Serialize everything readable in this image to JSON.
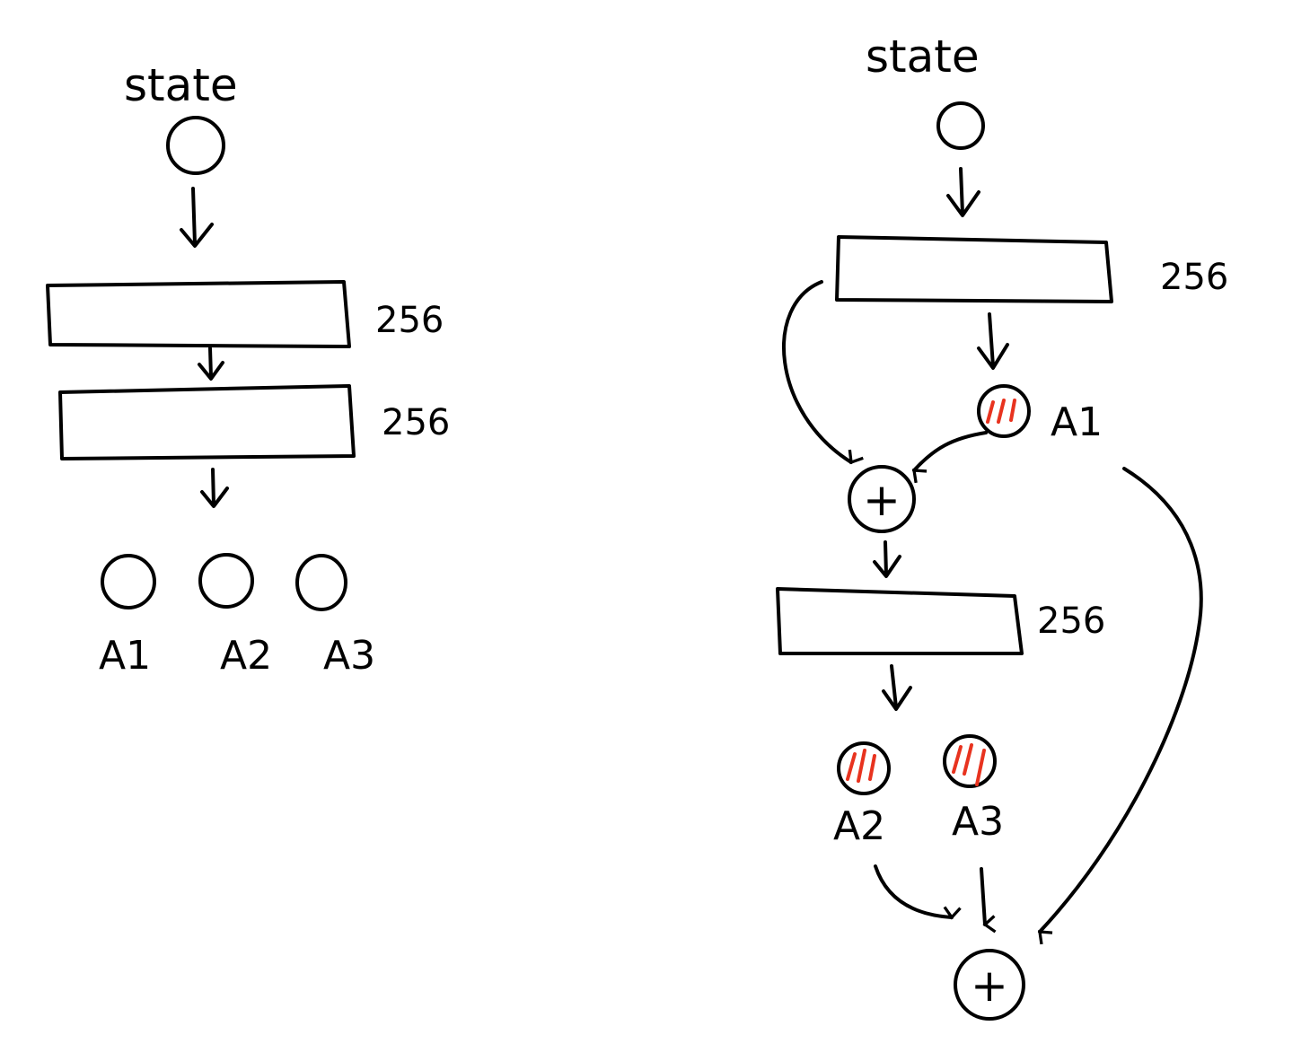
{
  "left": {
    "input_label": "state",
    "layers": [
      {
        "units": "256"
      },
      {
        "units": "256"
      }
    ],
    "outputs": [
      "A1",
      "A2",
      "A3"
    ]
  },
  "right": {
    "input_label": "state",
    "layers": [
      {
        "units": "256"
      },
      {
        "units": "256"
      }
    ],
    "outputs": [
      "A1",
      "A2",
      "A3"
    ],
    "combine_symbol": "+"
  },
  "colors": {
    "ink": "#000000",
    "highlight": "#e8331f"
  }
}
